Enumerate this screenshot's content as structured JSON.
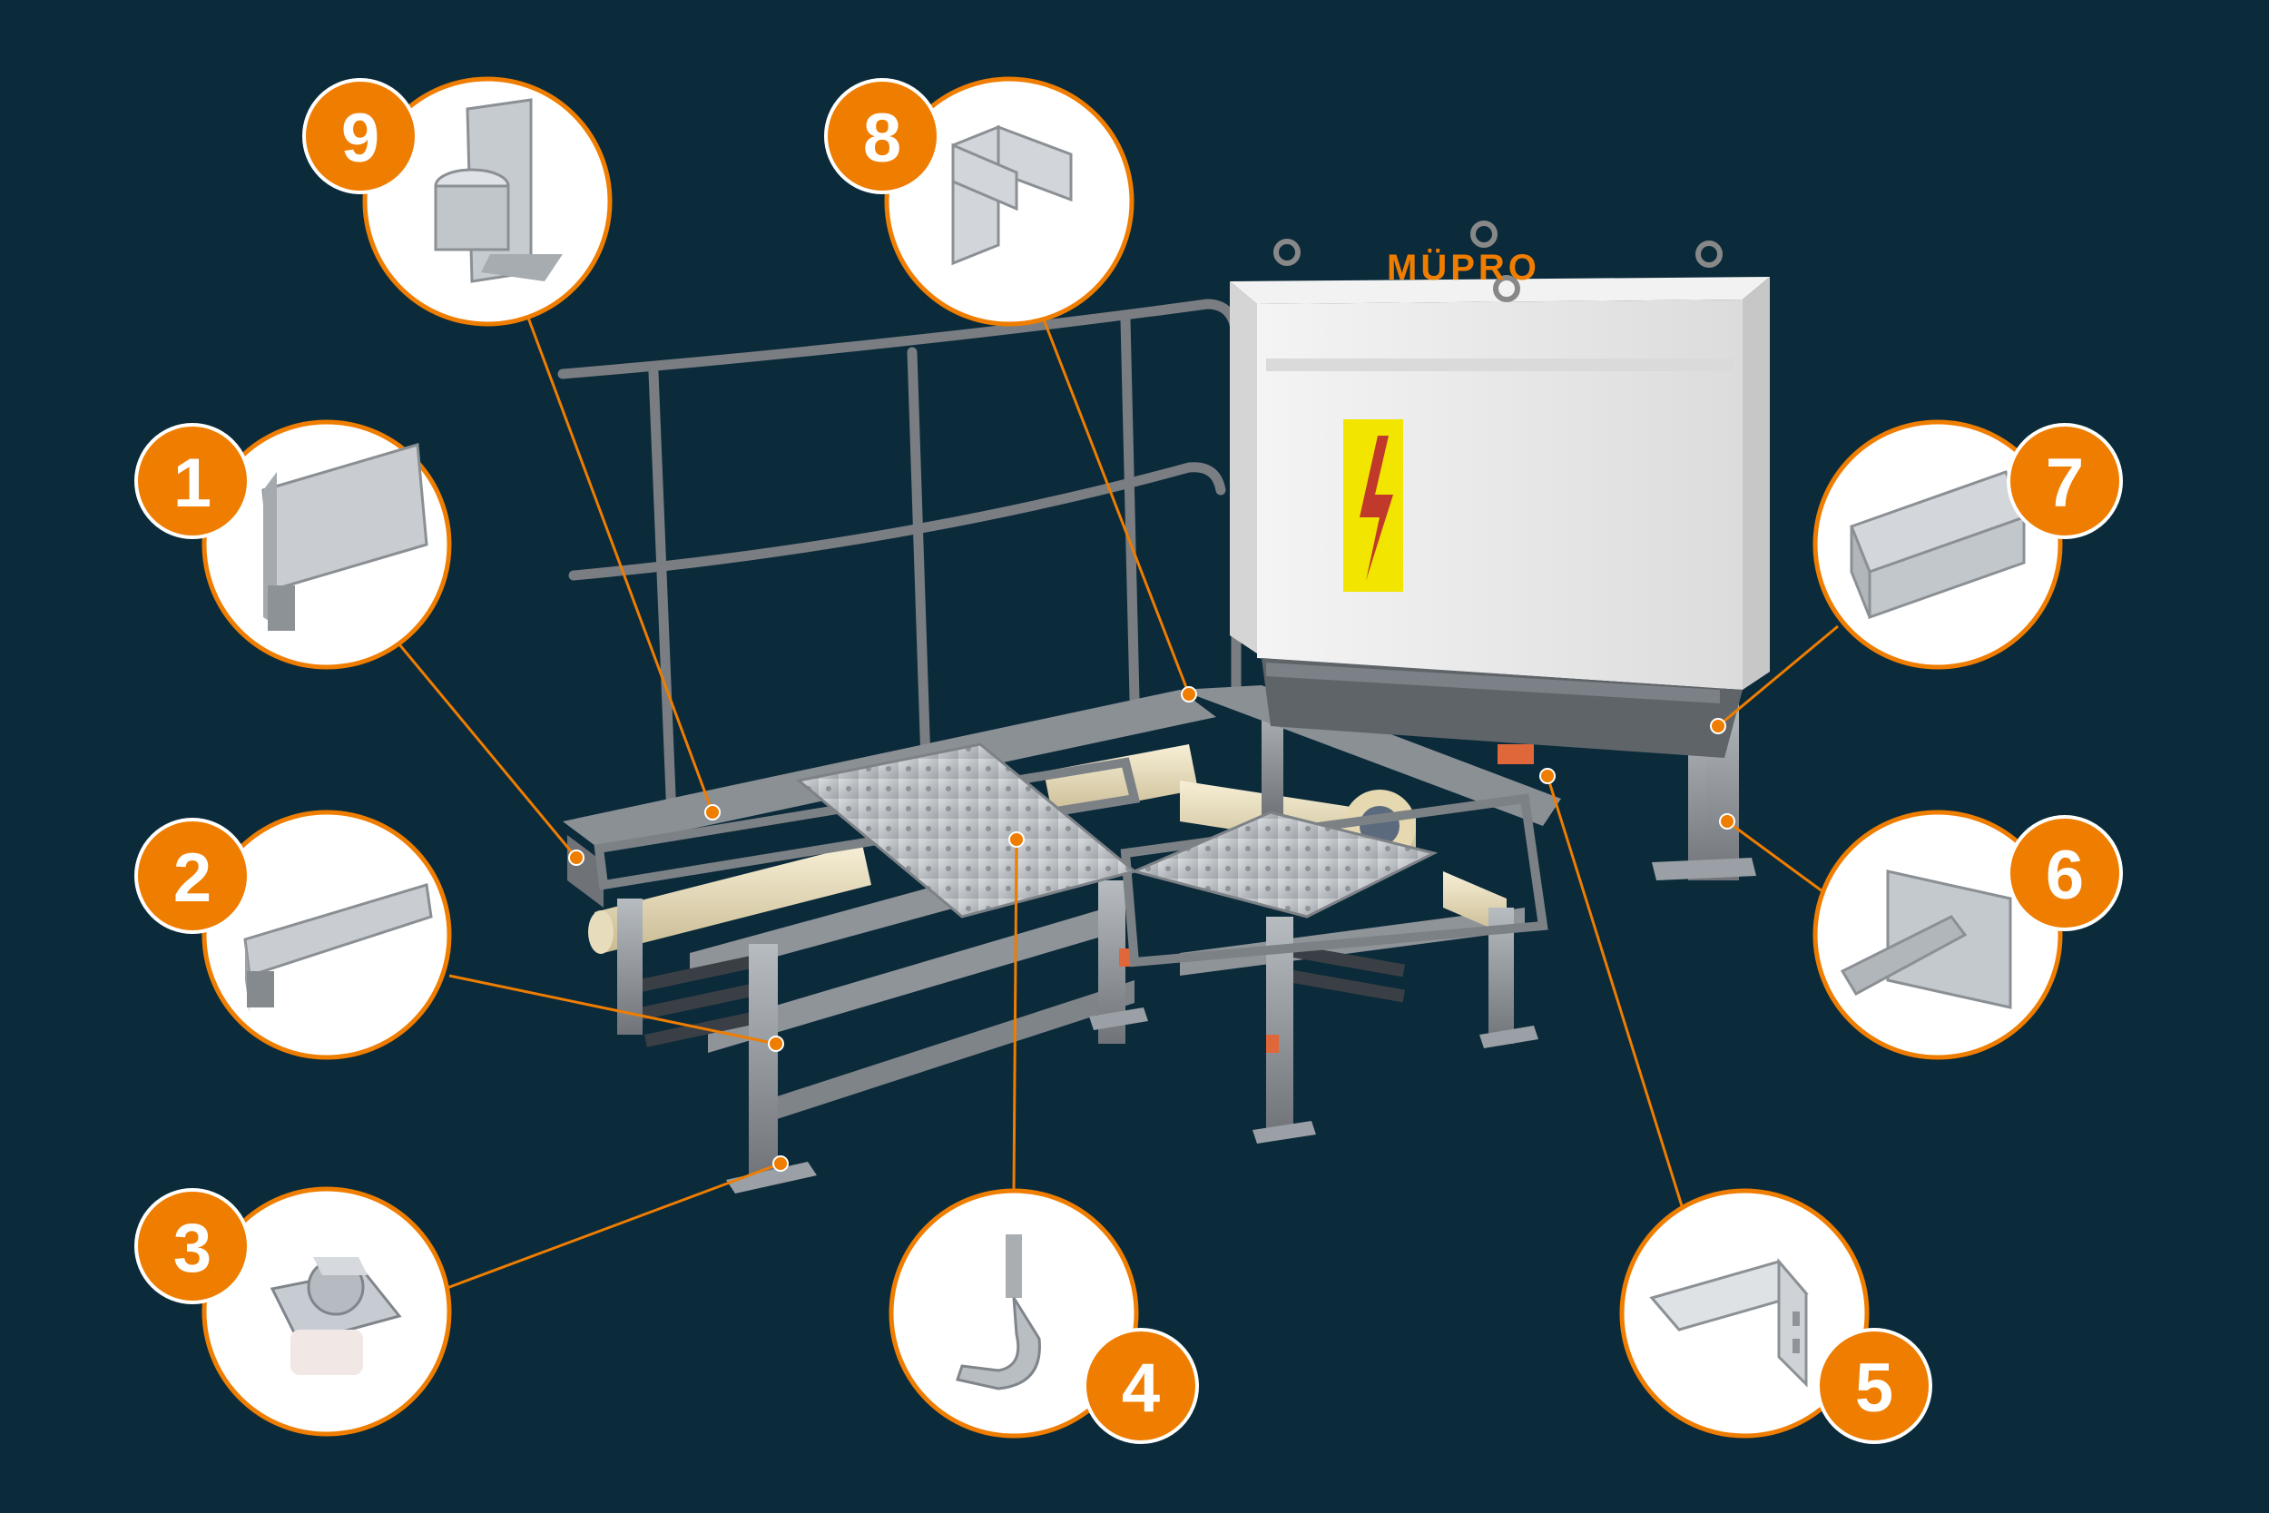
{
  "brand": {
    "name": "MÜPRO"
  },
  "colors": {
    "background": "#0b2a3a",
    "accent": "#ef7d00",
    "badge_text": "#ffffff",
    "circle_fill": "#ffffff",
    "steel": "#8d9298",
    "pipe": "#efe3c0"
  },
  "callouts": [
    {
      "number": "1",
      "icon": "strut-channel-profile-icon"
    },
    {
      "number": "2",
      "icon": "slotted-channel-profile-icon"
    },
    {
      "number": "3",
      "icon": "channel-nut-bolt-icon"
    },
    {
      "number": "4",
      "icon": "hook-bolt-icon"
    },
    {
      "number": "5",
      "icon": "angle-bracket-icon"
    },
    {
      "number": "6",
      "icon": "wall-bracket-icon"
    },
    {
      "number": "7",
      "icon": "square-channel-profile-icon"
    },
    {
      "number": "8",
      "icon": "3d-connector-icon"
    },
    {
      "number": "9",
      "icon": "pipe-clamp-holder-icon"
    }
  ]
}
